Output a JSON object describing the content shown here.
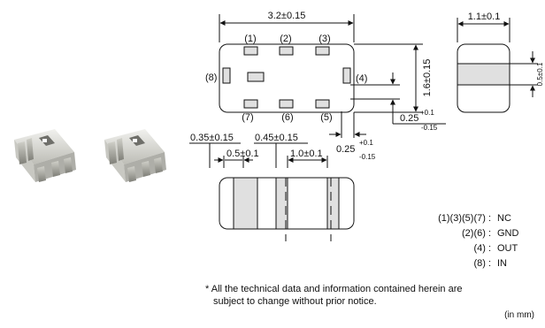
{
  "dimensions": {
    "length": "3.2±0.15",
    "width_side": "1.1±0.1",
    "height": "1.6±0.15",
    "side_band": "0.5±0.1",
    "pad_edge_right": "0.25",
    "pad_edge_right_sup": "+0.1",
    "pad_edge_right_sub": "-0.15",
    "pad_edge_bottom": "0.25",
    "pad_edge_bottom_sup": "+0.1",
    "pad_edge_bottom_sub": "-0.15",
    "bottom_pitch_left": "0.35±0.15",
    "bottom_pitch_mid": "0.45±0.15",
    "bottom_w1": "0.5±0.1",
    "bottom_w2": "1.0±0.1"
  },
  "pins": {
    "p1": "(1)",
    "p2": "(2)",
    "p3": "(3)",
    "p4": "(4)",
    "p5": "(5)",
    "p6": "(6)",
    "p7": "(7)",
    "p8": "(8)"
  },
  "legend": [
    {
      "pins": "(1)(3)(5)(7) :",
      "name": "NC"
    },
    {
      "pins": "(2)(6) :",
      "name": "GND"
    },
    {
      "pins": "(4) :",
      "name": "OUT"
    },
    {
      "pins": "(8) :",
      "name": "IN"
    }
  ],
  "note_line1": "* All the technical data and information contained herein are",
  "note_line2": "subject to  change without prior notice.",
  "unit_label": "(in mm)",
  "colors": {
    "pad": "#e0e0e0",
    "line": "#111111"
  }
}
